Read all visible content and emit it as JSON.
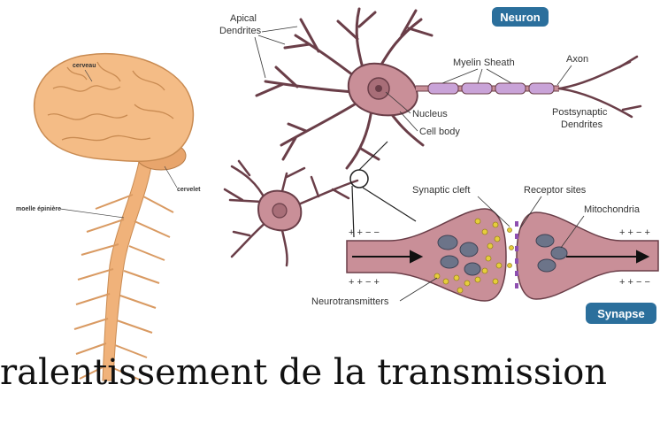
{
  "colors": {
    "brain": "#f4bc86",
    "spine": "#f0b27a",
    "neuron": "#c98f98",
    "neuron_dark": "#a86e78",
    "myelin": "#c9a3d8",
    "badge": "#2b6f9c",
    "vesicle": "#e6cd3c",
    "mito": "#6c7489",
    "ink": "#222222"
  },
  "brain_figure": {
    "label_cerveau": "cerveau",
    "label_cervelet": "cervelet",
    "label_moelle": "moelle épinière"
  },
  "neuron_figure": {
    "badge": "Neuron",
    "label_apical_dendrites_1": "Apical",
    "label_apical_dendrites_2": "Dendrites",
    "label_myelin": "Myelin Sheath",
    "label_axon": "Axon",
    "label_nucleus": "Nucleus",
    "label_cell_body": "Cell body",
    "label_postsynaptic_1": "Postsynaptic",
    "label_postsynaptic_2": "Dendrites"
  },
  "synapse_figure": {
    "badge": "Synapse",
    "label_cleft": "Synaptic cleft",
    "label_receptor": "Receptor sites",
    "label_mito": "Mitochondria",
    "label_neurotransmitters": "Neurotransmitters",
    "charge_top_left": "+ + − −",
    "charge_top_right": "+ + − +",
    "charge_bottom_left": "+ + − +",
    "charge_bottom_right": "+ + − −"
  },
  "caption": "ralentissement de la transmission"
}
